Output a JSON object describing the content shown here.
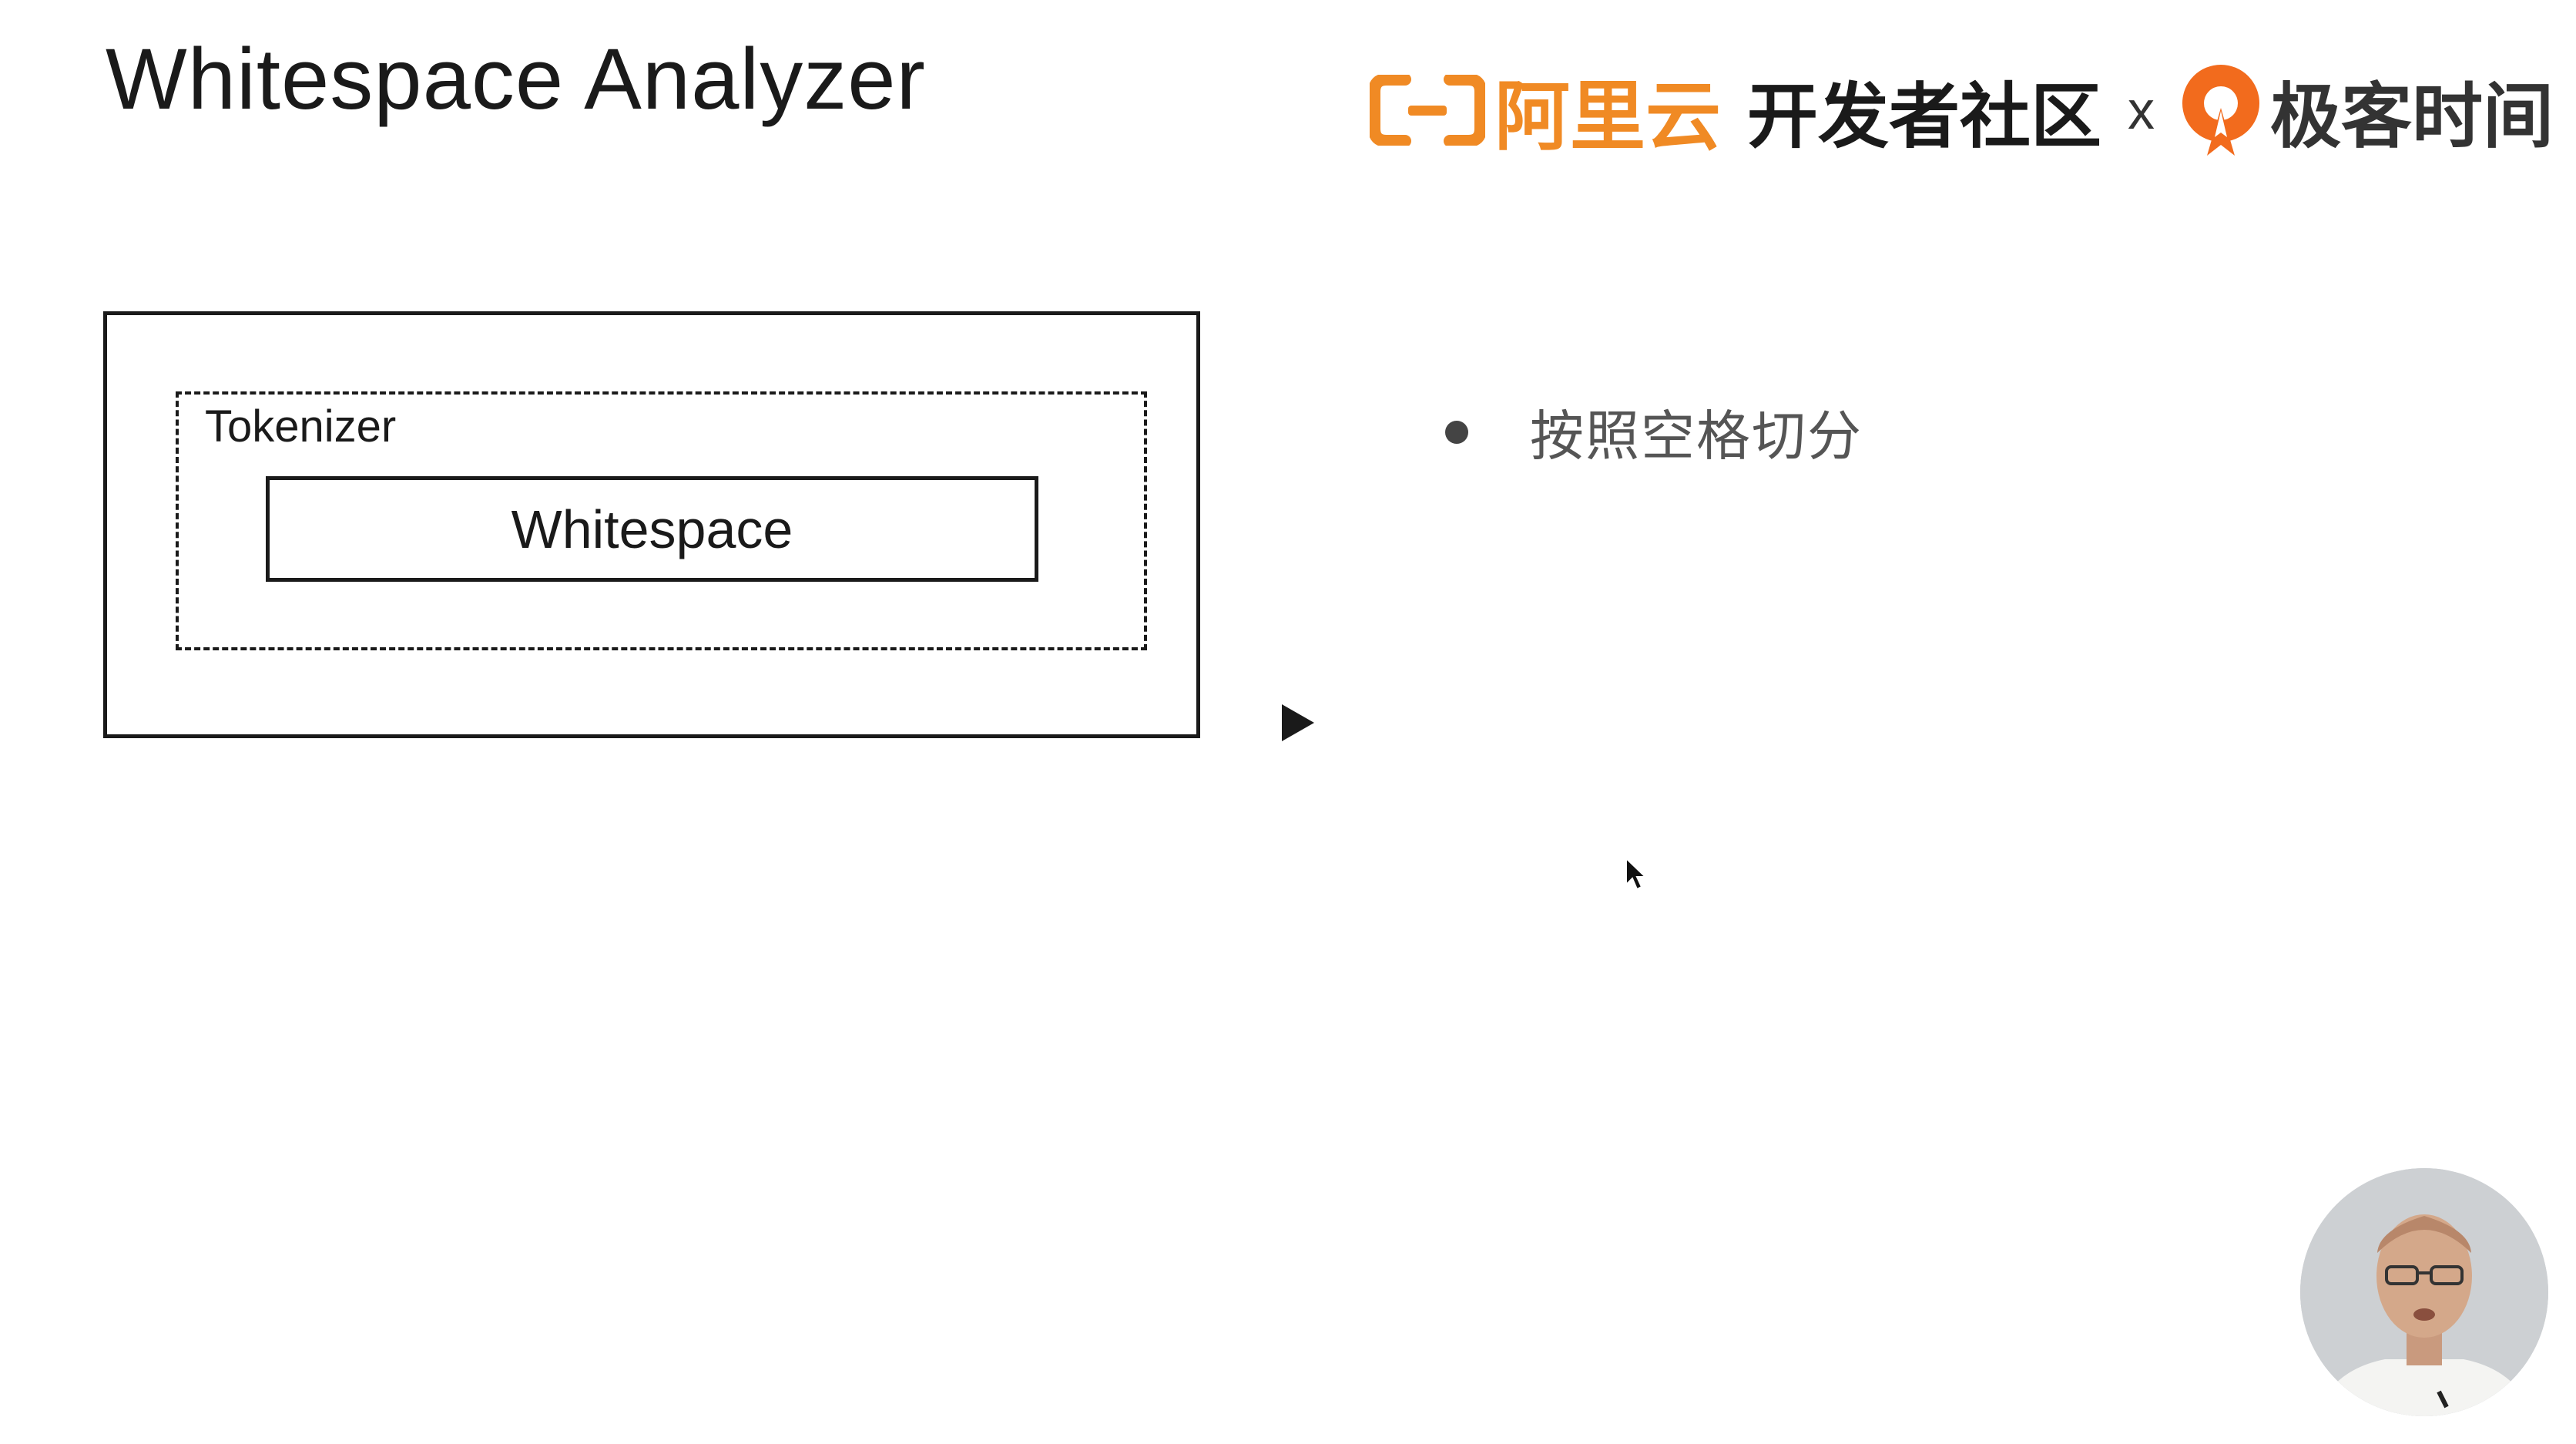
{
  "slide": {
    "title": "Whitespace Analyzer"
  },
  "branding": {
    "aliyun_text": "阿里云",
    "community_text": "开发者社区",
    "times": "x",
    "geek_text": "极客时间",
    "aliyun_color": "#f08a24",
    "geek_color": "#f26b1d"
  },
  "diagram": {
    "tokenizer_label": "Tokenizer",
    "whitespace_label": "Whitespace"
  },
  "bullets": [
    {
      "text": "按照空格切分"
    }
  ],
  "icons": {
    "play": "play-triangle-icon",
    "cursor": "mouse-pointer-icon",
    "aliyun": "aliyun-bracket-logo",
    "geek": "geektime-logo"
  }
}
